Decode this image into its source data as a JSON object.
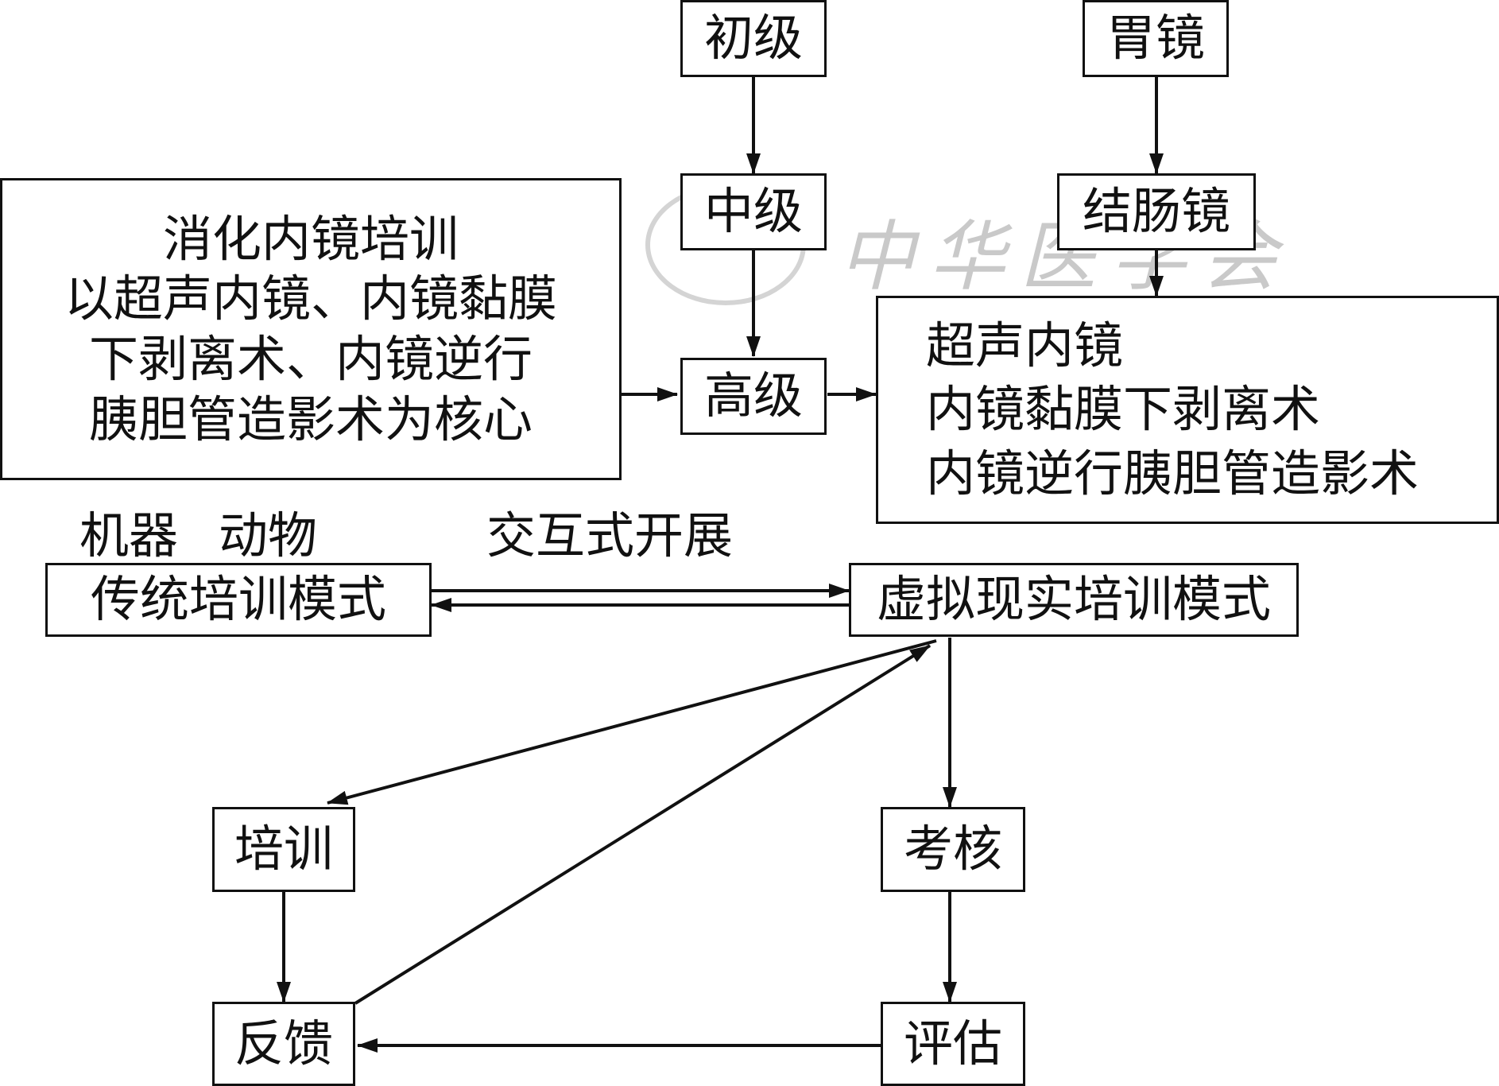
{
  "watermark": {
    "text": "中华医学会",
    "color": "#c9c9c9"
  },
  "level_chain": [
    "初级",
    "中级",
    "高级"
  ],
  "scope_chain": [
    "胃镜",
    "结肠镜"
  ],
  "core_box": {
    "lines": [
      "消化内镜培训",
      "以超声内镜、内镜黏膜",
      "下剥离术、内镜逆行",
      "胰胆管造影术为核心"
    ]
  },
  "advanced_box": {
    "lines": [
      "超声内镜",
      "内镜黏膜下剥离术",
      "内镜逆行胰胆管造影术"
    ]
  },
  "labels": {
    "machine": "机器",
    "animal": "动物",
    "interactive": "交互式开展"
  },
  "modes": {
    "traditional": "传统培训模式",
    "virtual": "虚拟现实培训模式"
  },
  "cycle": {
    "training": "培训",
    "assessment": "考核",
    "feedback": "反馈",
    "evaluation": "评估"
  }
}
